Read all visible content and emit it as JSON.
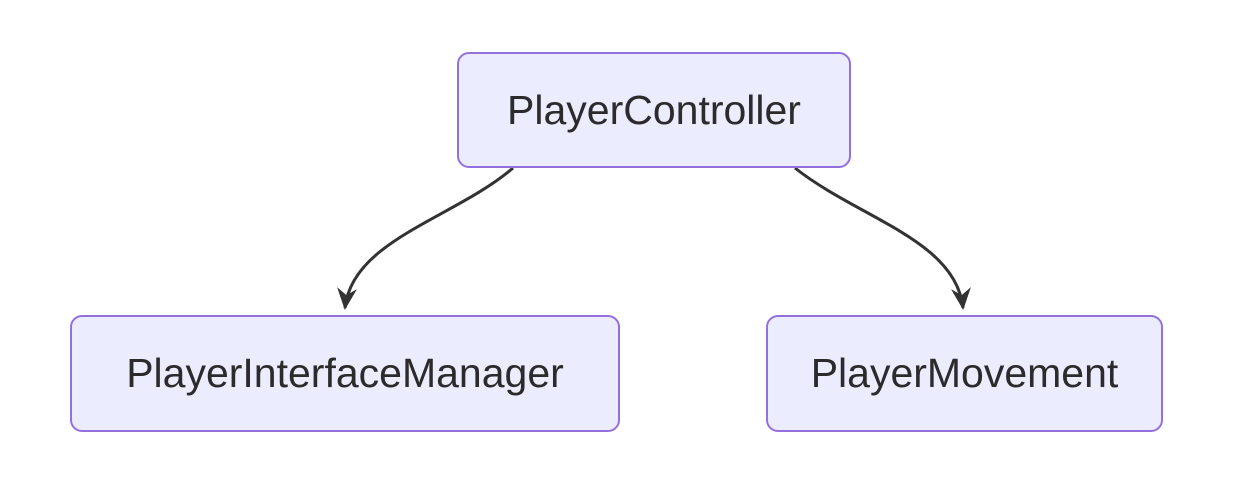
{
  "diagram": {
    "type": "flowchart",
    "direction": "top-down",
    "nodes": [
      {
        "id": "playerController",
        "label": "PlayerController"
      },
      {
        "id": "playerInterfaceManager",
        "label": "PlayerInterfaceManager"
      },
      {
        "id": "playerMovement",
        "label": "PlayerMovement"
      }
    ],
    "edges": [
      {
        "from": "PlayerController",
        "to": "PlayerInterfaceManager",
        "style": "solid",
        "arrow": "pointed"
      },
      {
        "from": "PlayerController",
        "to": "PlayerMovement",
        "style": "solid",
        "arrow": "pointed"
      }
    ],
    "colors": {
      "background": "#FFFFFF",
      "node_fill": "#ECECFF",
      "node_border": "#9370DB",
      "edge_stroke": "#333333",
      "text": "#2b2b2b"
    }
  }
}
